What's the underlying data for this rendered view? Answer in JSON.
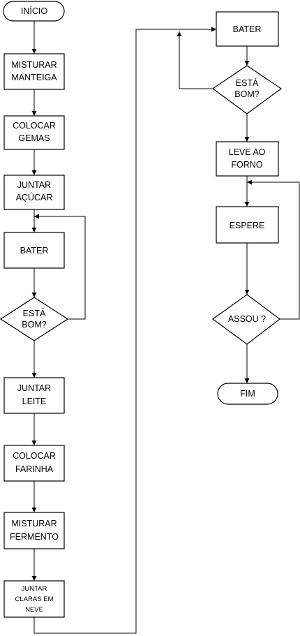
{
  "flowchart": {
    "inicio": "INÍCIO",
    "misturar_manteiga": [
      "MISTURAR",
      "MANTEIGA"
    ],
    "colocar_gemas": [
      "COLOCAR",
      "GEMAS"
    ],
    "juntar_acucar": [
      "JUNTAR",
      "AÇÚCAR"
    ],
    "bater_1": "BATER",
    "esta_bom_1": [
      "ESTÁ",
      "BOM?"
    ],
    "juntar_leite": [
      "JUNTAR",
      "LEITE"
    ],
    "colocar_farinha": [
      "COLOCAR",
      "FARINHA"
    ],
    "misturar_fermento": [
      "MISTURAR",
      "FERMENTO"
    ],
    "juntar_claras": [
      "JUNTAR",
      "CLARAS EM",
      "NEVE"
    ],
    "bater_2": "BATER",
    "esta_bom_2": [
      "ESTÁ",
      "BOM?"
    ],
    "leve_ao_forno": [
      "LEVE AO",
      "FORNO"
    ],
    "espere": "ESPERE",
    "assou": "ASSOU ?",
    "fim": "FIM"
  }
}
